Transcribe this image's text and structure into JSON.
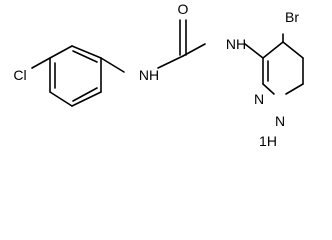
{
  "molecule": {
    "atoms": {
      "oxygen": "O",
      "amide_nh_left": "NH",
      "amide_nh_right": "NH",
      "chlorine": "Cl",
      "bromine": "Br",
      "pyrazole_n": "N",
      "pyrazole_nh": "N",
      "pyrazole_nh_h": "H",
      "pyrazole_nh_index": "1"
    }
  }
}
